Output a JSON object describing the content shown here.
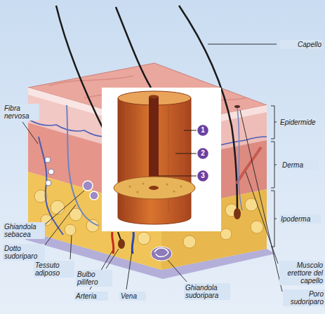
{
  "diagram": {
    "labels": [
      "Fibra nervosa",
      "Capello",
      "Epidermide",
      "1",
      "2",
      "Derma",
      "3",
      "Ipoderma",
      "Ghiandola sebacea",
      "Dotto sudoriparo",
      "Tessuto adiposo",
      "Muscolo erettore del capello",
      "Bulbo pilifero",
      "Poro sudoriparo",
      "Arteria",
      "Vena",
      "Ghiandola sudoripara"
    ]
  }
}
